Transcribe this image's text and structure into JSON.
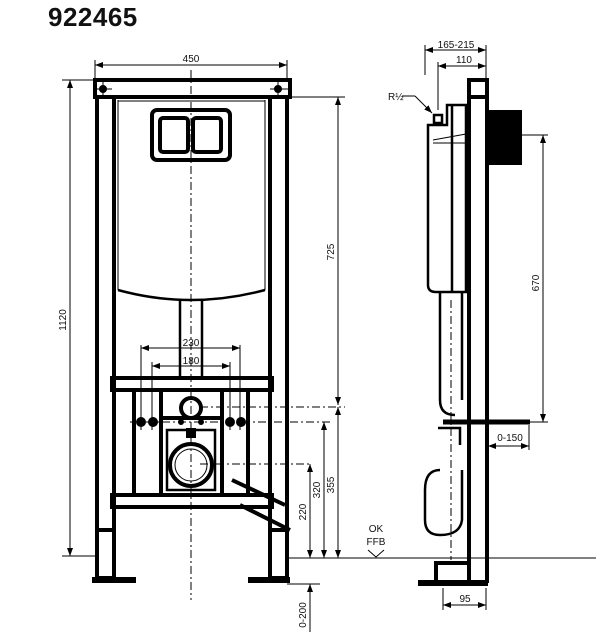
{
  "title": "922465",
  "front_view": {
    "width_label": "450",
    "height_label": "1120",
    "cistern_height_label": "725",
    "pipe_spacing_outer_label": "230",
    "pipe_spacing_inner_label": "180",
    "drain_height_label": "220",
    "inlet_height_label": "320",
    "upper_height_label": "355",
    "leg_adjust_label": "0-200",
    "floor_label_line1": "OK",
    "floor_label_line2": "FFB"
  },
  "side_view": {
    "depth_range_label": "165-215",
    "depth_label": "110",
    "thread_label": "R½",
    "support_height_label": "670",
    "bracket_adjust_label": "0-150",
    "foot_depth_label": "95"
  }
}
